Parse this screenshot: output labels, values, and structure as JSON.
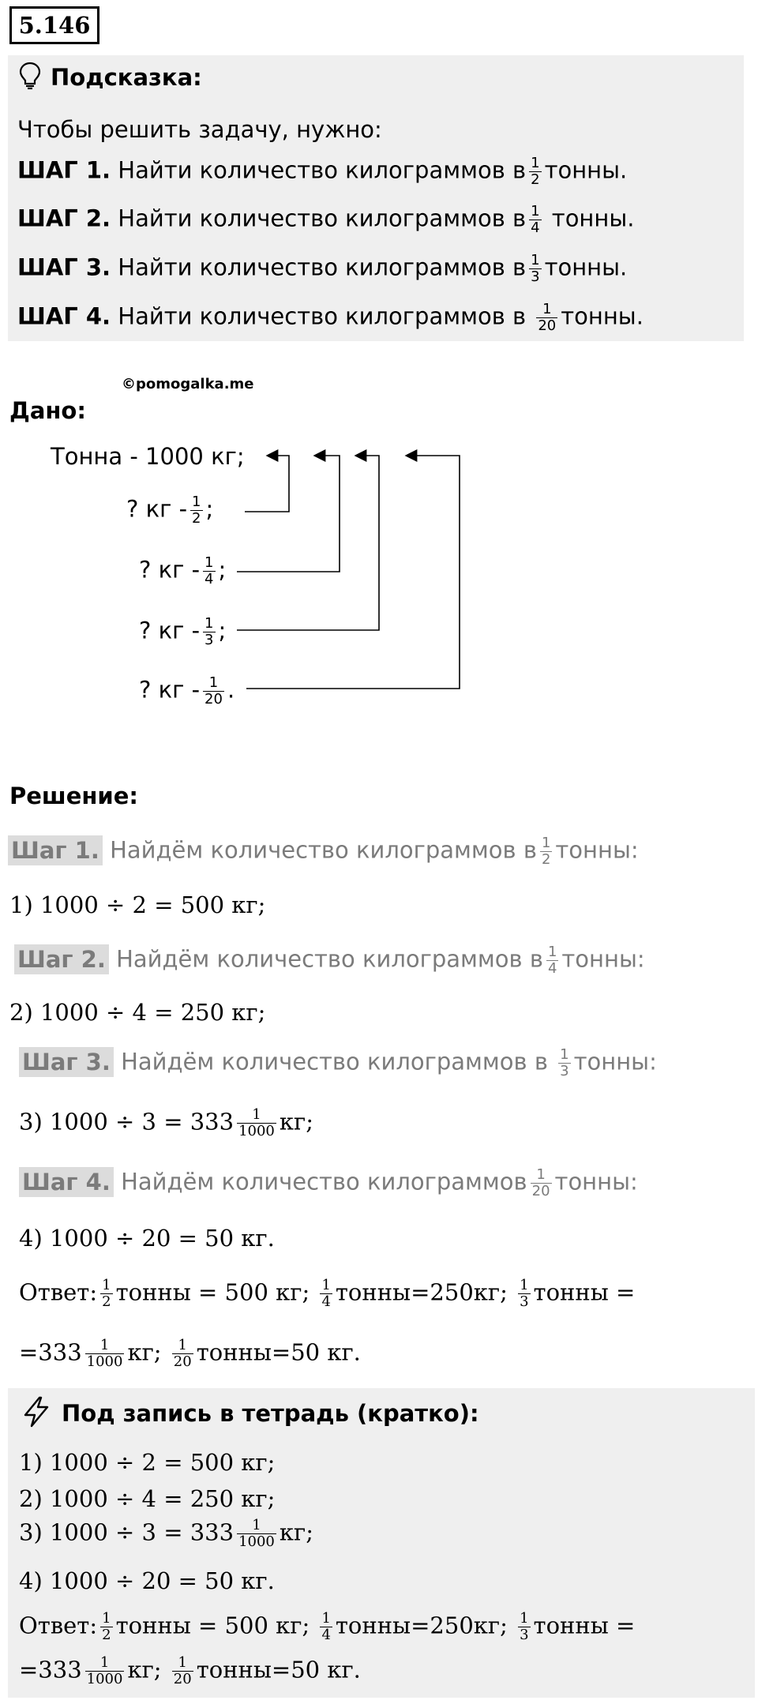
{
  "problem_number": "5.146",
  "hint": {
    "title": "Подсказка:",
    "intro": "Чтобы решить задачу, нужно:",
    "steps": [
      {
        "label": "ШАГ 1.",
        "text": "Найти количество килограммов в",
        "num": "1",
        "den": "2",
        "tail": "тонны."
      },
      {
        "label": "ШАГ 2.",
        "text": "Найти количество килограммов в",
        "num": "1",
        "den": "4",
        "tail": "тонны."
      },
      {
        "label": "ШАГ 3.",
        "text": "Найти количество килограммов в",
        "num": "1",
        "den": "3",
        "tail": "тонны."
      },
      {
        "label": "ШАГ 4.",
        "text": "Найти количество килограммов в",
        "num": "1",
        "den": "20",
        "tail": "тонны."
      }
    ]
  },
  "watermark": "©pomogalka.me",
  "given": {
    "title": "Дано:",
    "ton_line": "Тонна - 1000 кг;",
    "rows": [
      {
        "prefix": "?  кг -",
        "num": "1",
        "den": "2",
        "suffix": ";"
      },
      {
        "prefix": "? кг -",
        "num": "1",
        "den": "4",
        "suffix": ";"
      },
      {
        "prefix": "? кг -",
        "num": "1",
        "den": "3",
        "suffix": ";"
      },
      {
        "prefix": "? кг -",
        "num": "1",
        "den": "20",
        "suffix": "."
      }
    ]
  },
  "solution": {
    "title": "Решение:",
    "steps": [
      {
        "label": "Шаг 1.",
        "text": "Найдём количество килограммов в",
        "num": "1",
        "den": "2",
        "tail": "тонны:"
      },
      {
        "label": "Шаг 2.",
        "text": "Найдём количество килограммов в",
        "num": "1",
        "den": "4",
        "tail": "тонны:"
      },
      {
        "label": "Шаг 3.",
        "text": "Найдём количество килограммов в",
        "num": "1",
        "den": "3",
        "tail": "тонны:"
      },
      {
        "label": "Шаг 4.",
        "text": "Найдём количество килограммов",
        "num": "1",
        "den": "20",
        "tail": "тонны:"
      }
    ],
    "calcs": [
      "1)  1000 ÷ 2 = 500 кг;",
      "2)  1000 ÷ 4 = 250 кг;",
      "3)  1000 ÷ 3 = 333",
      "4)  1000 ÷ 20 = 50 кг."
    ],
    "calc3_frac": {
      "num": "1",
      "den": "1000"
    },
    "calc3_tail": "кг;",
    "answer": {
      "label": "Ответ:",
      "part1": "тонны = 500 кг;",
      "part2": "тонны=250кг;",
      "part3": "тонны =",
      "line2_start": "=333",
      "line2_mid": "кг;",
      "line2_end": "тонны=50 кг."
    }
  },
  "notes": {
    "title": "Под запись в тетрадь (кратко):",
    "icon": "lightning-icon"
  }
}
